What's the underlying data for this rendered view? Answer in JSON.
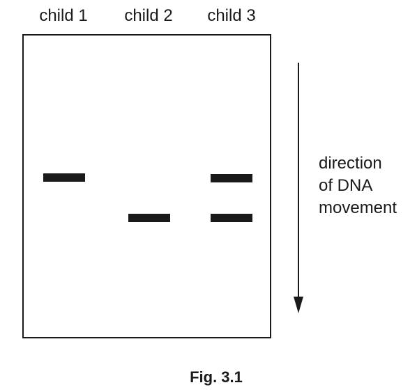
{
  "lanes": [
    {
      "label": "child 1"
    },
    {
      "label": "child 2"
    },
    {
      "label": "child 3"
    }
  ],
  "direction_label": [
    "direction",
    "of DNA",
    "movement"
  ],
  "caption": "Fig. 3.1",
  "colors": {
    "ink": "#1a1a1a",
    "background": "#ffffff"
  }
}
